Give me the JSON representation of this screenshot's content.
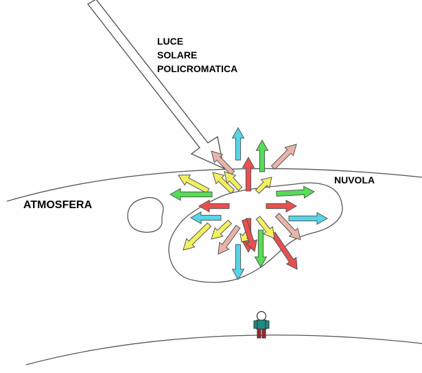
{
  "labels": {
    "sunlight_line1": "LUCE",
    "sunlight_line2": "SOLARE",
    "sunlight_line3": "POLICROMATICA",
    "atmosphere": "ATMOSFERA",
    "cloud": "NUVOLA"
  },
  "colors": {
    "cyan": "#55d5e8",
    "green": "#55dd55",
    "red": "#e84f4f",
    "pink": "#e8b4a8",
    "yellow": "#f2f060",
    "outline": "#555555",
    "person_head": "#ffffff",
    "person_body": "#1e8a80",
    "person_legs": "#aa2222"
  },
  "icons": {
    "sunlight": "double-line-arrow-icon",
    "person": "person-icon"
  },
  "scattered_arrows": [
    {
      "color": "cyan"
    },
    {
      "color": "green"
    },
    {
      "color": "pink"
    },
    {
      "color": "pink"
    },
    {
      "color": "red"
    },
    {
      "color": "yellow"
    },
    {
      "color": "yellow"
    },
    {
      "color": "yellow"
    },
    {
      "color": "yellow"
    },
    {
      "color": "green"
    },
    {
      "color": "green"
    },
    {
      "color": "red"
    },
    {
      "color": "red"
    },
    {
      "color": "cyan"
    },
    {
      "color": "cyan"
    },
    {
      "color": "yellow"
    },
    {
      "color": "yellow"
    },
    {
      "color": "pink"
    },
    {
      "color": "red"
    },
    {
      "color": "green"
    },
    {
      "color": "red"
    },
    {
      "color": "pink"
    },
    {
      "color": "yellow"
    },
    {
      "color": "yellow"
    },
    {
      "color": "cyan"
    },
    {
      "color": "red"
    }
  ]
}
